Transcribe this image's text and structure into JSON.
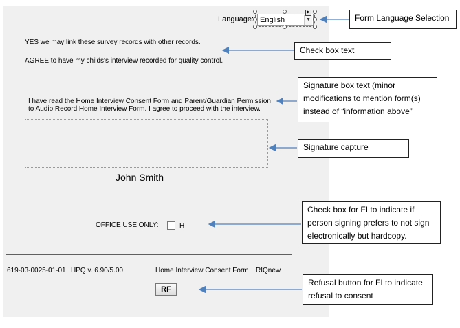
{
  "form": {
    "language_label": "Language:",
    "language_value": "English",
    "link_records_text": "YES we may link these survey records with other records.",
    "record_interview_text": "AGREE to have my childs's interview recorded for quality control.",
    "signature_statement_line1": "I have read the Home Interview Consent Form and Parent/Guardian Permission",
    "signature_statement_line2": "to Audio Record Home Interview Form.  I agree to proceed with the interview.",
    "signer_name": "John Smith",
    "office_use_label": "OFFICE USE ONLY:",
    "office_check_label": "H",
    "case_id": "619-03-0025-01-01",
    "version": "HPQ v. 6.90/5.00",
    "form_name": "Home Interview Consent Form",
    "form_code": "RIQnew",
    "refusal_button_label": "RF"
  },
  "callouts": {
    "language_selection": "Form Language Selection",
    "check_box_text": "Check box text",
    "signature_box_text": "Signature box text (minor modifications to mention form(s) instead of “information above”",
    "signature_capture": "Signature capture",
    "hardcopy_check": "Check box for FI to indicate if person signing prefers to not sign electronically but hardcopy.",
    "refusal_button": "Refusal button for FI to indicate refusal to consent"
  },
  "colors": {
    "arrow": "#4f81bd",
    "panel": "#f0f0f0"
  }
}
